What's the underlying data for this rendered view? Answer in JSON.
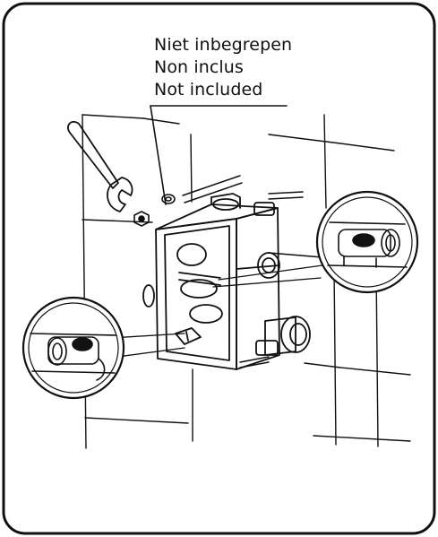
{
  "callout": {
    "lines": [
      "Niet inbegrepen",
      "Non inclus",
      "Not included"
    ]
  },
  "colors": {
    "stroke": "#111111",
    "background": "#ffffff",
    "fill_dark": "#111111"
  },
  "icons": [
    "wrench-icon",
    "nut-icon",
    "washer-icon",
    "valve-body-icon",
    "magnifier-detail-icon"
  ]
}
